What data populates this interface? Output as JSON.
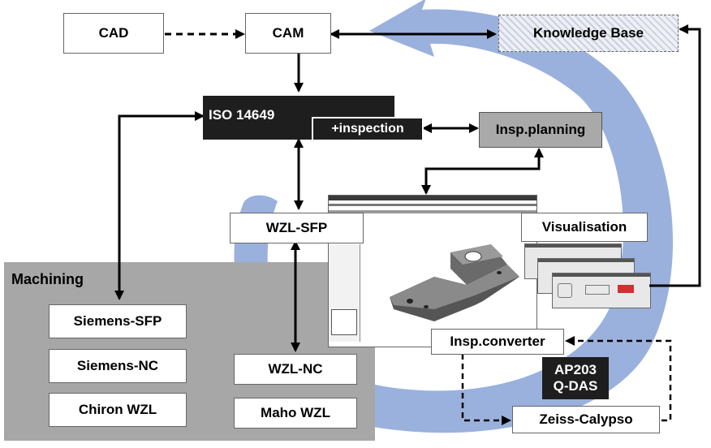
{
  "diagram": {
    "machining_label": "Machining",
    "nodes": {
      "cad": "CAD",
      "cam": "CAM",
      "knowledge_base": "Knowledge Base",
      "iso": "ISO 14649",
      "inspection": "+inspection",
      "insp_planning": "Insp.planning",
      "wzl_sfp": "WZL-SFP",
      "visualisation": "Visualisation",
      "siemens_sfp": "Siemens-SFP",
      "siemens_nc": "Siemens-NC",
      "chiron_wzl": "Chiron WZL",
      "wzl_nc": "WZL-NC",
      "maho_wzl": "Maho WZL",
      "insp_converter": "Insp.converter",
      "ap203": "AP203",
      "qdas": "Q-DAS",
      "zeiss": "Zeiss-Calypso"
    }
  },
  "colors": {
    "cycle_arrow": "#8fa9d9",
    "machining_bg": "#a7a7a7",
    "black_box": "#1e1e1e",
    "grey_box": "#a9a9a9"
  }
}
